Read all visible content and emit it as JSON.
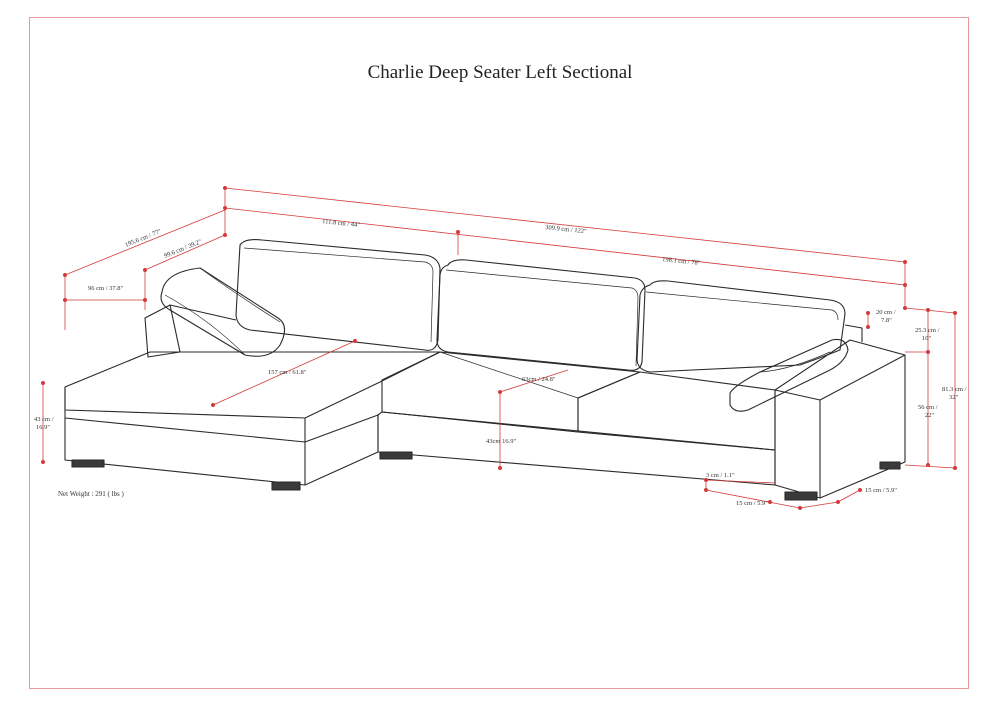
{
  "title": "Charlie Deep Seater Left Sectional",
  "net_weight": "Net Weight : 291 ( lbs )",
  "colors": {
    "frame": "#e89a9a",
    "dimension": "#d43a3a",
    "outline": "#2a2a2a"
  },
  "dimensions": {
    "total_width": "309.9 cm / 122\"",
    "chaise_width": "111.8 cm / 44\"",
    "sofa_width": "198.1 cm / 78\"",
    "total_depth": "195.6 cm / 77\"",
    "back_depth": "99.6 cm / 39.2\"",
    "seat_depth_side": "96 cm / 37.8\"",
    "chaise_length": "157 cm / 61.8\"",
    "seat_depth": "63cm / 24.8\"",
    "seat_height_left": "43 cm /",
    "seat_height_left_in": "16.9\"",
    "seat_height_center": "43cm  16.9\"",
    "arm_width_top": "20 cm /",
    "arm_width_top_in": "7.8\"",
    "back_height_top": "25.3 cm /",
    "back_height_top_in": "10\"",
    "total_height": "81.3 cm /",
    "total_height_in": "32\"",
    "arm_height": "56 cm /",
    "arm_height_in": "22\"",
    "leg_height": "3 cm / 1.1\"",
    "leg_front": "15 cm / 5.9\"",
    "leg_side": "15 cm / 5.9\""
  }
}
